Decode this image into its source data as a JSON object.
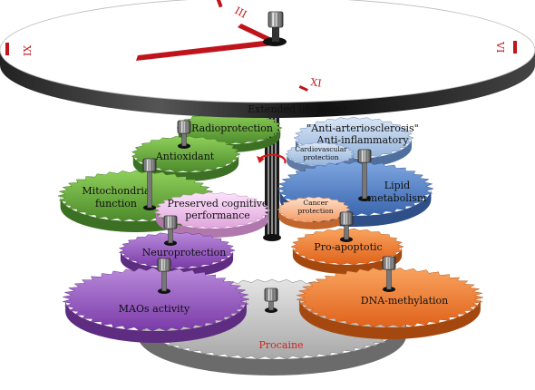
{
  "clock": {
    "numerals": [
      "III",
      "VI",
      "IX",
      "XI"
    ],
    "lifespan_label": "Extended life span?"
  },
  "base_gear": {
    "label": "Procaine"
  },
  "gears": {
    "radioprotection": "Radioprotection",
    "antioxidant": "Antioxidant",
    "mitochondria": [
      "Mitochondria",
      "function"
    ],
    "cognitive": [
      "Preserved cognitive",
      "performance"
    ],
    "neuroprotection": "Neuroprotection",
    "maos": "MAOs activity",
    "anti": [
      "\"Anti-arteriosclerosis\"",
      "Anti-inflammatory"
    ],
    "cardio": [
      "Cardiovascular",
      "protection"
    ],
    "lipid": [
      "Lipid",
      "metabolism"
    ],
    "cancer": [
      "Cancer",
      "protection"
    ],
    "proapoptotic": "Pro-apoptotic",
    "dna": "DNA-methylation"
  },
  "colors": {
    "green": "#6fb041",
    "purple": "#9b58c4",
    "pink": "#f3c4f0",
    "blue": "#4f7fc7",
    "light_blue": "#b7cdea",
    "orange": "#f27e2c",
    "light_orange": "#fbb58a",
    "grey": "#d0d0d0",
    "red": "#c0141c"
  }
}
